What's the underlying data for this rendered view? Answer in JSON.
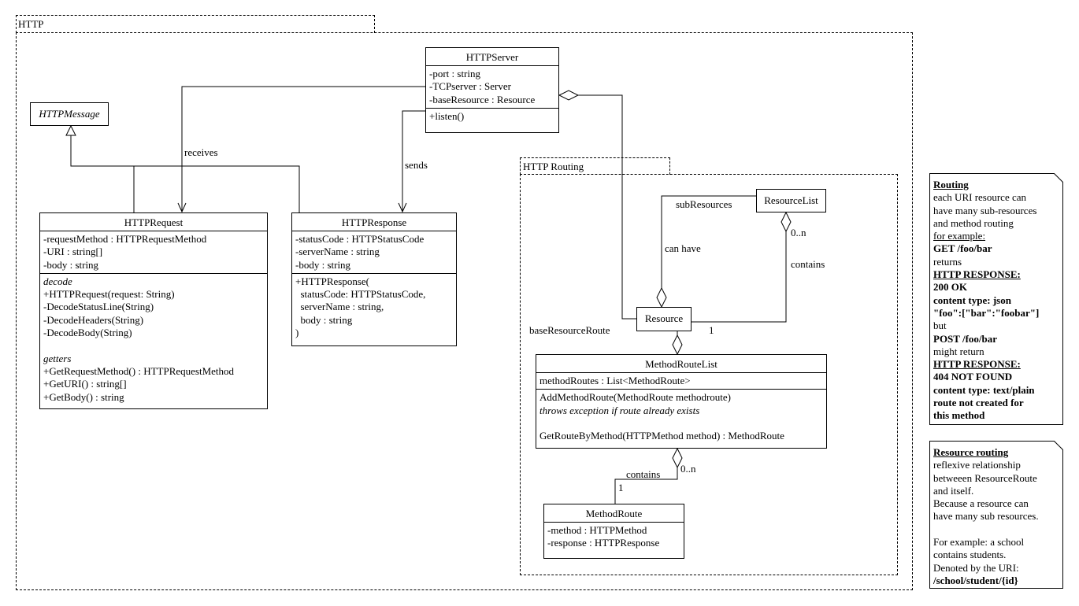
{
  "packages": {
    "http": {
      "title": "HTTP"
    },
    "routing": {
      "title": "HTTP Routing"
    }
  },
  "classes": {
    "http_server": {
      "name": "HTTPServer",
      "attributes": [
        "-port : string",
        "-TCPserver : Server",
        "-baseResource : Resource"
      ],
      "operations": [
        "+listen()"
      ]
    },
    "http_message": {
      "name": "HTTPMessage"
    },
    "http_request": {
      "name": "HTTPRequest",
      "attributes": [
        "-requestMethod : HTTPRequestMethod",
        "-URI : string[]",
        "-body : string"
      ],
      "operations": [
        "decode",
        "+HTTPRequest(request: String)",
        "-DecodeStatusLine(String)",
        "-DecodeHeaders(String)",
        "-DecodeBody(String)",
        "",
        "getters",
        "+GetRequestMethod() : HTTPRequestMethod",
        "+GetURI() : string[]",
        "+GetBody() : string"
      ]
    },
    "http_response": {
      "name": "HTTPResponse",
      "attributes": [
        "-statusCode : HTTPStatusCode",
        "-serverName : string",
        "-body : string"
      ],
      "operations": [
        "+HTTPResponse(",
        "  statusCode: HTTPStatusCode,",
        "  serverName : string,",
        "  body : string",
        ")"
      ]
    },
    "resource_list": {
      "name": "ResourceList"
    },
    "resource": {
      "name": "Resource"
    },
    "method_route_list": {
      "name": "MethodRouteList",
      "attributes": [
        "methodRoutes : List<MethodRoute>"
      ],
      "operations": [
        "AddMethodRoute(MethodRoute methodroute)",
        "throws exception if route already exists",
        "",
        "GetRouteByMethod(HTTPMethod method) : MethodRoute"
      ]
    },
    "method_route": {
      "name": "MethodRoute",
      "attributes": [
        "-method : HTTPMethod",
        "-response : HTTPResponse"
      ]
    }
  },
  "relations": {
    "receives": "receives",
    "sends": "sends",
    "sub_resources": "subResources",
    "can_have": "can have",
    "contains_resources": "contains",
    "mult_0n_resources": "0..n",
    "mult_1_resource": "1",
    "base_resource_route": "baseResourceRoute",
    "contains_routes": "contains",
    "mult_0n_routes": "0..n",
    "mult_1_route": "1"
  },
  "notes": {
    "routing": {
      "title": "Routing",
      "lines": [
        "each URI resource can",
        "have many sub-resources",
        "and method routing",
        "for example:",
        "GET /foo/bar",
        "returns",
        "HTTP RESPONSE:",
        "200 OK",
        "content type: json",
        "\"foo\":[\"bar\":\"foobar\"]",
        "but",
        "POST /foo/bar",
        "might return",
        "HTTP RESPONSE:",
        "404 NOT FOUND",
        "content type: text/plain",
        "route not created for",
        "this method"
      ]
    },
    "resource_routing": {
      "title": "Resource routing",
      "lines": [
        "reflexive relationship",
        "betweeen ResourceRoute",
        "and itself.",
        "Because a resource can",
        "have many sub resources.",
        "",
        "For example: a school",
        "contains students.",
        "Denoted by the URI:",
        "/school/student/{id}"
      ]
    }
  }
}
